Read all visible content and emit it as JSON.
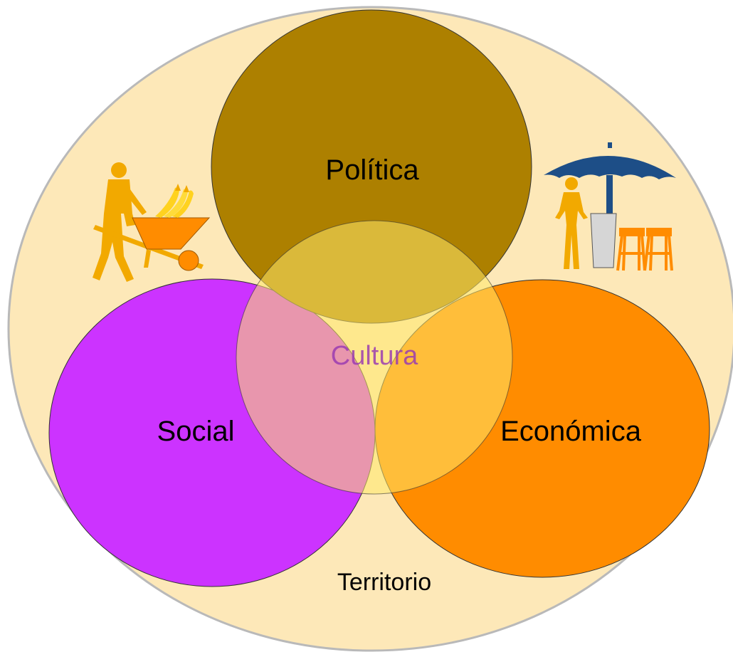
{
  "diagram": {
    "labels": {
      "politica": "Política",
      "cultura": "Cultura",
      "social": "Social",
      "economica": "Económica",
      "territorio": "Territorio"
    },
    "colors": {
      "territorio_fill": "#fde8b8",
      "territorio_stroke": "#b9b9b9",
      "politica_fill": "#ad8000",
      "social_fill": "#cc33ff",
      "economica_fill": "#ff8c00",
      "cultura_fill": "#ffe86a",
      "cultura_text": "#9a3cb0",
      "text": "#000000"
    },
    "icons": {
      "left": "worker-with-wheelbarrow-icon",
      "right": "vendor-stall-with-umbrella-icon"
    }
  }
}
